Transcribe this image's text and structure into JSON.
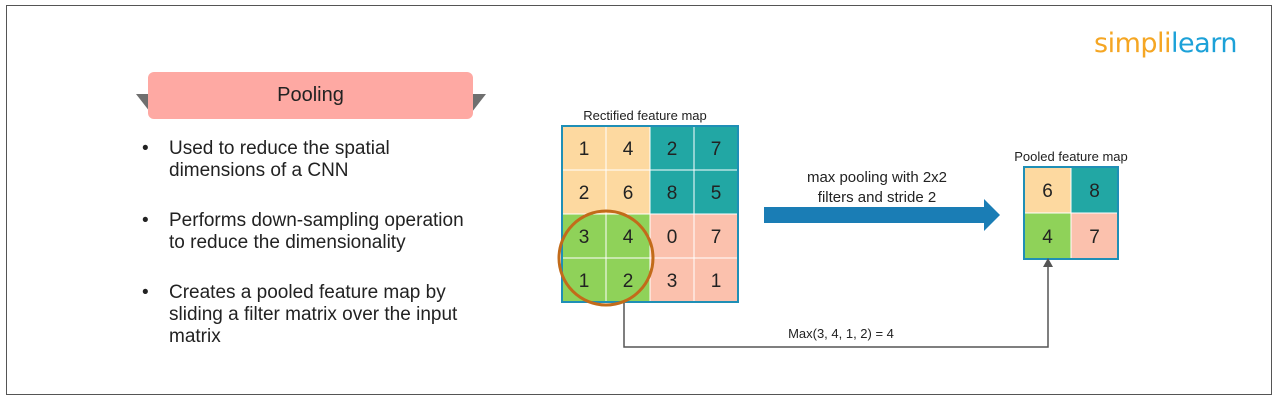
{
  "logo": {
    "part1": "simpl",
    "part2": "i",
    "part3": "learn"
  },
  "title": "Pooling",
  "bullets": [
    {
      "lines": [
        "Used to reduce the spatial",
        "dimensions of a CNN"
      ]
    },
    {
      "lines": [
        "Performs down-sampling operation",
        "to reduce the dimensionality"
      ]
    },
    {
      "lines": [
        "Creates a pooled feature map by",
        "sliding a filter matrix over the input",
        "matrix"
      ]
    }
  ],
  "rectified": {
    "label": "Rectified feature map",
    "rows": [
      [
        1,
        4,
        2,
        7
      ],
      [
        2,
        6,
        8,
        5
      ],
      [
        3,
        4,
        0,
        7
      ],
      [
        1,
        2,
        3,
        1
      ]
    ],
    "quadrant_colors": {
      "top_left": "#fdd9a0",
      "top_right": "#22a7a4",
      "bottom_left": "#8fd259",
      "bottom_right": "#fbc1ad"
    }
  },
  "arrow_label": [
    "max pooling with 2x2",
    "filters and stride 2"
  ],
  "pooled": {
    "label": "Pooled feature map",
    "rows": [
      [
        6,
        8
      ],
      [
        4,
        7
      ]
    ]
  },
  "formula": "Max(3, 4, 1, 2) = 4",
  "colors": {
    "arrow": "#1a7db5",
    "circle": "#c26b1a",
    "grid_border": "#1f8fb6",
    "connector": "#555555"
  }
}
